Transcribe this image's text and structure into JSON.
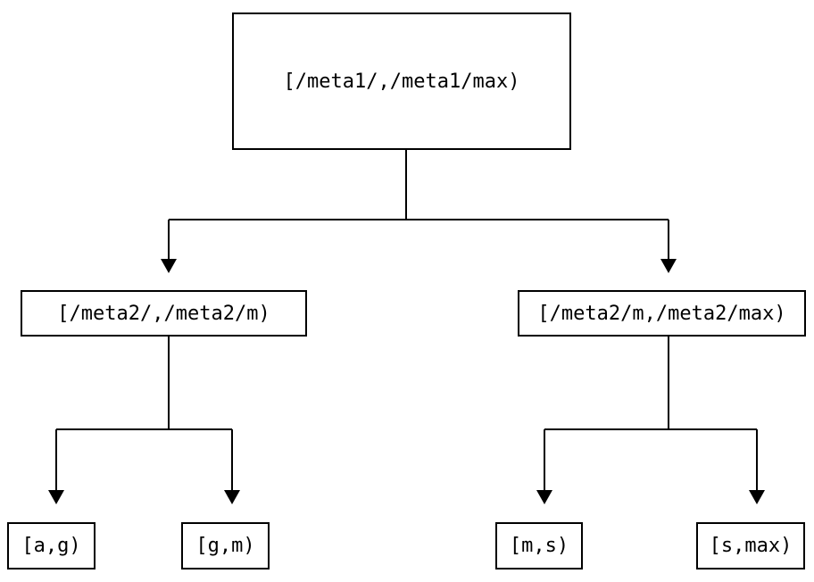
{
  "diagram": {
    "background_color": "#ffffff",
    "line_color": "#000000",
    "text_color": "#000000",
    "nodes": {
      "root": {
        "label": "[/meta1/,/meta1/max)"
      },
      "meta2_low": {
        "label": "[/meta2/,/meta2/m)"
      },
      "meta2_high": {
        "label": "[/meta2/m,/meta2/max)"
      },
      "leaf_a_g": {
        "label": "[a,g)"
      },
      "leaf_g_m": {
        "label": "[g,m)"
      },
      "leaf_m_s": {
        "label": "[m,s)"
      },
      "leaf_s_max": {
        "label": "[s,max)"
      }
    },
    "edges": [
      {
        "from": "root",
        "to": "meta2_low"
      },
      {
        "from": "root",
        "to": "meta2_high"
      },
      {
        "from": "meta2_low",
        "to": "leaf_a_g"
      },
      {
        "from": "meta2_low",
        "to": "leaf_g_m"
      },
      {
        "from": "meta2_high",
        "to": "leaf_m_s"
      },
      {
        "from": "meta2_high",
        "to": "leaf_s_max"
      }
    ]
  }
}
